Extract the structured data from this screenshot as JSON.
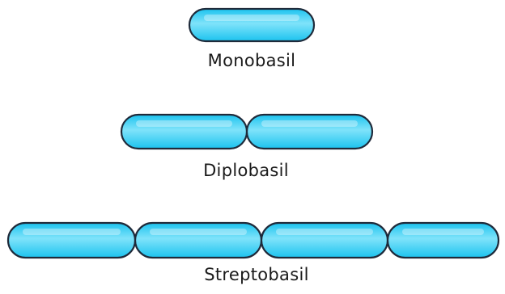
{
  "colors": {
    "rod_fill_center": "#7fe3fa",
    "rod_fill_edge": "#1cc3ef",
    "rod_outline": "#1f2a3a"
  },
  "arrangements": [
    {
      "label": "Monobasil",
      "cells": 1
    },
    {
      "label": "Diplobasil",
      "cells": 2
    },
    {
      "label": "Streptobasil",
      "cells": 4
    }
  ]
}
